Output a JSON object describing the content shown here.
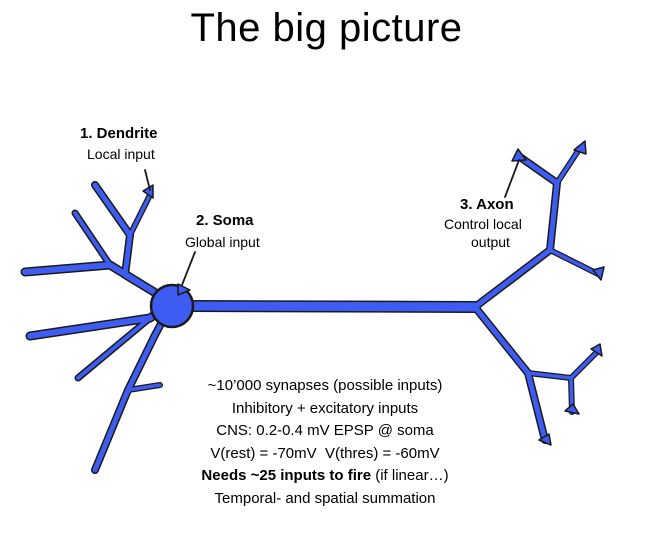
{
  "title": "The big picture",
  "labels": {
    "dendrite": {
      "heading": "1. Dendrite",
      "sub": "Local input"
    },
    "soma": {
      "heading": "2. Soma",
      "sub": "Global input"
    },
    "axon": {
      "heading": "3. Axon",
      "sub_line1": "Control local",
      "sub_line2": "output"
    }
  },
  "notes": {
    "line1": "~10’000 synapses (possible inputs)",
    "line2": "Inhibitory + excitatory inputs",
    "line3": "CNS: 0.2-0.4 mV EPSP @ soma",
    "line4": "V(rest) = -70mV  V(thres) = -60mV",
    "line5_bold": "Needs ~25 inputs to fire",
    "line5_rest": " (if linear…)",
    "line6": "Temporal- and spatial summation"
  },
  "colors": {
    "neuron_fill": "#3F5CF2",
    "neuron_outline": "#1A1A1A",
    "text": "#000000",
    "background": "#FFFFFF"
  }
}
